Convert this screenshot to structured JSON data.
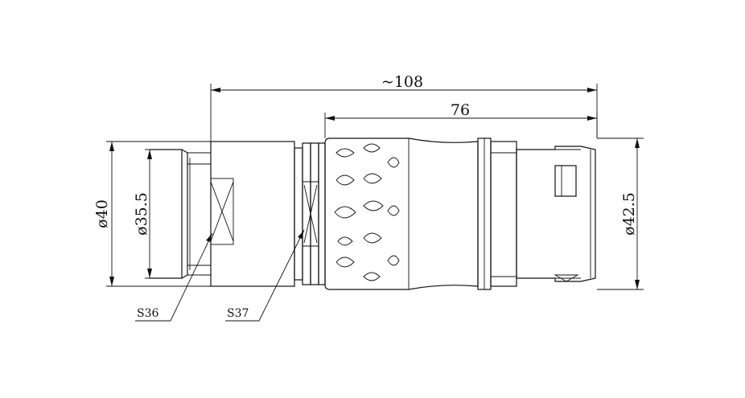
{
  "dimensions": {
    "overall_length": "~108",
    "grip_length": "76",
    "dia_left_outer": "ø40",
    "dia_left_inner": "ø35.5",
    "dia_right": "ø42.5"
  },
  "callouts": {
    "s36": "S36",
    "s37": "S37"
  },
  "colors": {
    "line": "#111111",
    "background": "#ffffff"
  }
}
